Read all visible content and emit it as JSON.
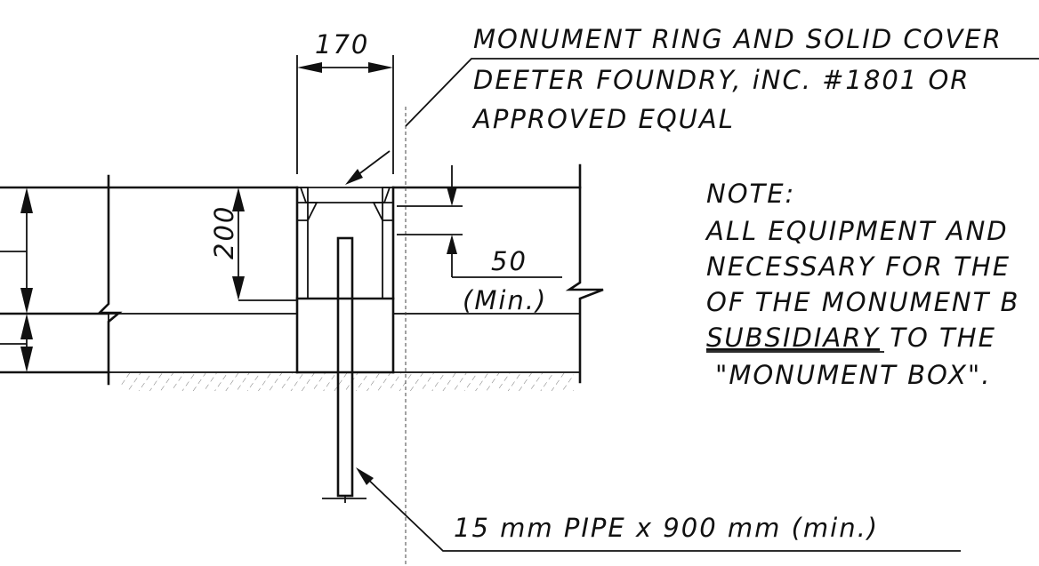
{
  "title_callout": {
    "line1": "MONUMENT RING AND SOLID COVER",
    "line2": "DEETER FOUNDRY, iNC. #1801 OR",
    "line3": "APPROVED EQUAL"
  },
  "dimensions": {
    "width_top": "170",
    "depth": "200",
    "clearance": "50",
    "clearance_note": "(Min.)"
  },
  "note": {
    "heading": "NOTE:",
    "line1": "ALL EQUIPMENT AND",
    "line2": "NECESSARY FOR THE",
    "line3": "OF THE MONUMENT B",
    "line4_underlined": "SUBSIDIARY",
    "line4_rest": " TO THE",
    "line5": "\"MONUMENT BOX\"."
  },
  "pipe_label": "15 mm PIPE x 900 mm (min.)",
  "colors": {
    "ink": "#111111",
    "paper": "#ffffff"
  }
}
